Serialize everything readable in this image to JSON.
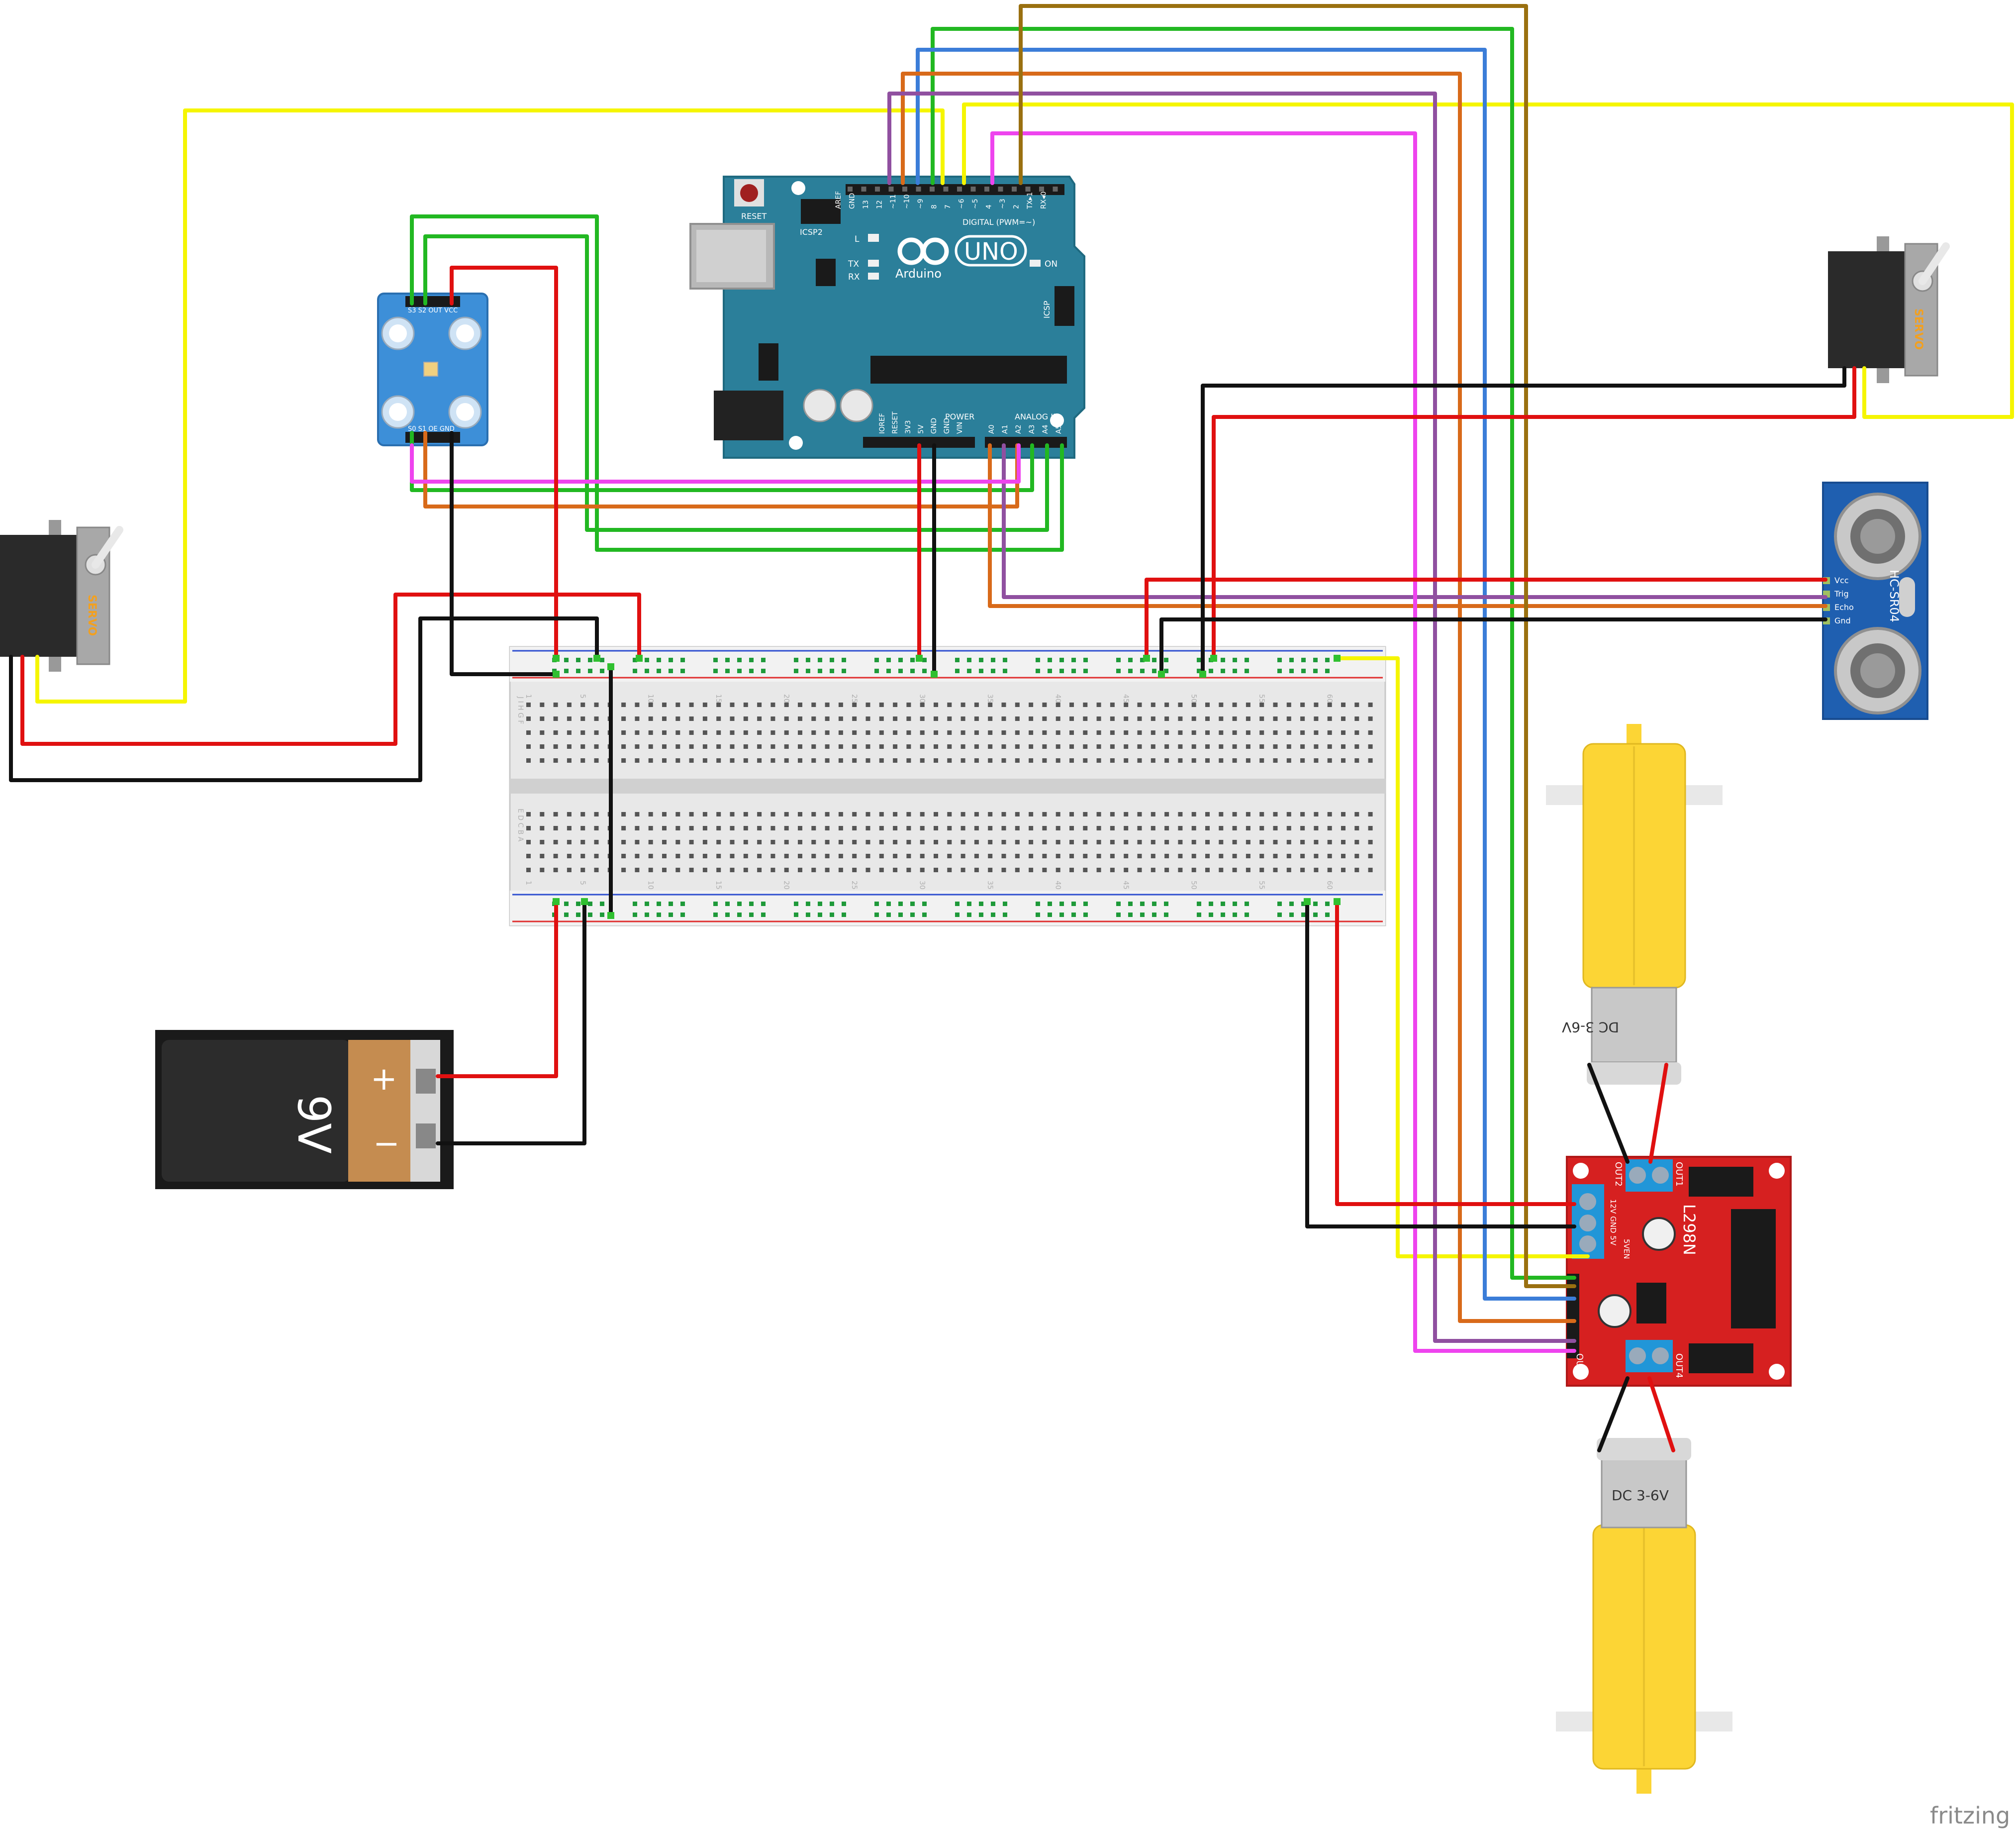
{
  "arduino": {
    "board_label": "UNO",
    "brand_label": "Arduino",
    "reset_label": "RESET",
    "icsp2_label": "ICSP2",
    "icsp_label": "ICSP",
    "digital_label": "DIGITAL (PWM=~)",
    "led_l": "L",
    "led_tx": "TX",
    "led_rx": "RX",
    "on_label": "ON",
    "power_label": "POWER",
    "analog_label": "ANALOG IN",
    "digital_pins": [
      "AREF",
      "GND",
      "13",
      "12",
      "~11",
      "~10",
      "~9",
      "8",
      "7",
      "~6",
      "~5",
      "4",
      "~3",
      "2",
      "TX▸1",
      "RX◂0"
    ],
    "power_pins": [
      "IOREF",
      "RESET",
      "3V3",
      "5V",
      "GND",
      "GND",
      "VIN"
    ],
    "analog_pins": [
      "A0",
      "A1",
      "A2",
      "A3",
      "A4",
      "A5"
    ]
  },
  "color_sensor": {
    "top_pins": "S3 S2 OUT VCC",
    "bottom_pins": "S0 S1 OE GND"
  },
  "ultrasonic": {
    "name": "HC-SR04",
    "pins": [
      "Vcc",
      "Trig",
      "Echo",
      "Gnd"
    ]
  },
  "servo_left": {
    "label": "SERVO"
  },
  "servo_right": {
    "label": "SERVO"
  },
  "battery": {
    "voltage": "9V",
    "plus": "+",
    "minus": "−"
  },
  "motor_top": {
    "label": "DC 3-6V"
  },
  "motor_bottom": {
    "label": "DC 3-6V"
  },
  "driver": {
    "name": "L298N",
    "out1": "OUT1",
    "out2": "OUT2",
    "out3": "OUT3",
    "out4": "OUT4",
    "power_terms": "12V GND 5V",
    "jumper": "5VEN"
  },
  "breadboard": {
    "row_letters_top": "J I H G F",
    "row_letters_bottom": "E D C B A",
    "columns": [
      "1",
      "5",
      "10",
      "15",
      "20",
      "25",
      "30",
      "35",
      "40",
      "45",
      "50",
      "55",
      "60"
    ]
  },
  "watermark": "fritzing",
  "colors": {
    "red": "#e01010",
    "black": "#111111",
    "yellow": "#f5f500",
    "green": "#22b822",
    "blue": "#3b7dd8",
    "orange": "#d86a1a",
    "purple": "#9050a0",
    "magenta": "#ee44ee",
    "brown": "#9a7010",
    "arduino_teal": "#2b7f9a",
    "driver_red": "#d62020",
    "motor_yellow": "#fcd535",
    "sensor_blue": "#1f5fb0"
  }
}
